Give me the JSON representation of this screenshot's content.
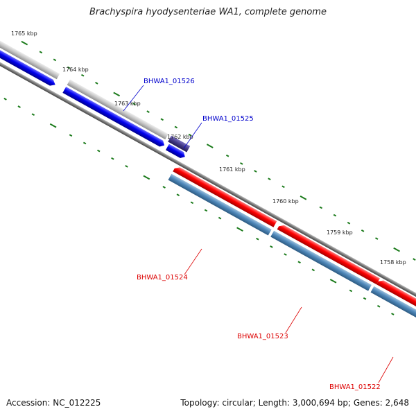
{
  "title": "Brachyspira hyodysenteriae WA1, complete genome",
  "footer": {
    "accession": "Accession: NC_012225",
    "summary": "Topology: circular; Length: 3,000,694 bp; Genes: 2,648"
  },
  "scale_labels": [
    "1765 kbp",
    "1764 kbp",
    "1763 kbp",
    "1762 kbp",
    "1761 kbp",
    "1760 kbp",
    "1759 kbp",
    "1758 kbp"
  ],
  "genes": [
    {
      "label": "BHWA1_01526",
      "color": "#0000cc"
    },
    {
      "label": "BHWA1_01525",
      "color": "#0000cc"
    },
    {
      "label": "BHWA1_01524",
      "color": "#dd0000"
    },
    {
      "label": "BHWA1_01523",
      "color": "#dd0000"
    },
    {
      "label": "BHWA1_01522",
      "color": "#dd0000"
    }
  ],
  "colors": {
    "tick": "#1a7a1a",
    "backbone": "#777777",
    "forward_cds": "#ff0000",
    "reverse_cds": "#0000ee",
    "gene_bar_blue": "#4a86b8",
    "gene_bar_grey": "#bbbbbb",
    "gene_dark": "#443a88"
  }
}
